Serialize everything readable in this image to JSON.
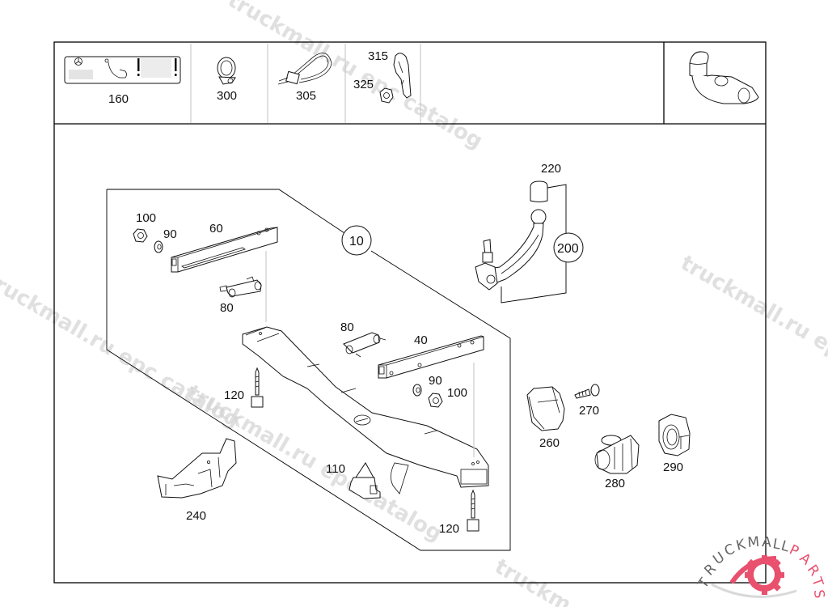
{
  "diagram": {
    "title": "Trailer coupling / towbar assembly exploded parts view",
    "top_strip": [
      {
        "part": "160",
        "description": "label plate"
      },
      {
        "part": "300",
        "description": "hose clamp"
      },
      {
        "part": "305",
        "description": "cable tie"
      },
      {
        "parts": [
          "315",
          "325"
        ],
        "description": "bracket and nut"
      }
    ],
    "callouts": {
      "assembly_10": "10",
      "assembly_200": "200",
      "p220": "220",
      "p100_left": "100",
      "p90_left": "90",
      "p60": "60",
      "p80_left": "80",
      "p80_right": "80",
      "p40": "40",
      "p90_right": "90",
      "p100_right": "100",
      "p120_left": "120",
      "p120_right": "120",
      "p110": "110",
      "p240": "240",
      "p260": "260",
      "p270": "270",
      "p280": "280",
      "p290": "290"
    },
    "watermarks": [
      "truckmall.ru epc catalog",
      "truckmall.ru epc catalog",
      "truckmall.ru epc catalog",
      "truckmall.ru epc catalog"
    ],
    "logo": {
      "text_a": "TRUCKMALL",
      "text_b": "PARTS",
      "accent": "#e8506e",
      "text_color": "#555555"
    }
  }
}
